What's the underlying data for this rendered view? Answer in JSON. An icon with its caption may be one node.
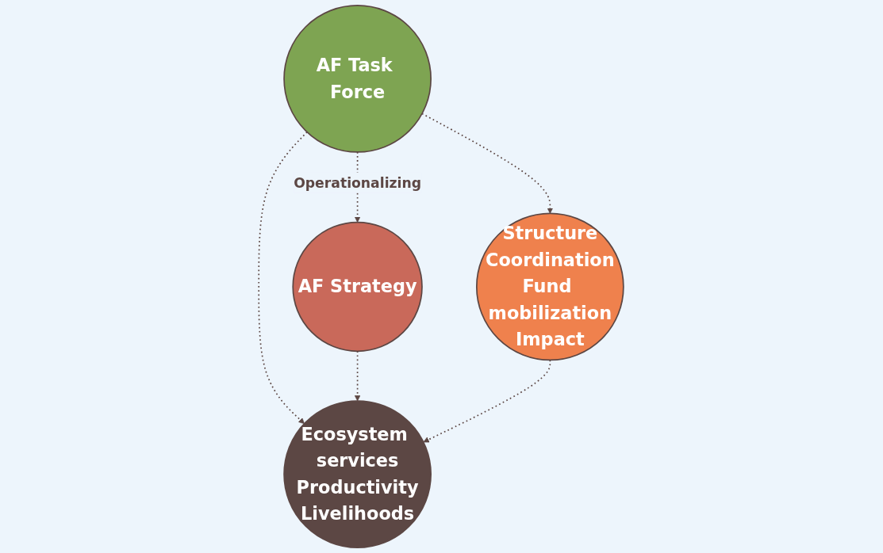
{
  "diagram": {
    "nodes": [
      {
        "text": [
          "AF Task Force"
        ]
      },
      {
        "text": [
          "AF Strategy"
        ]
      },
      {
        "text": [
          "Structure",
          "Coordination",
          "Fund mobilization",
          "Impact"
        ]
      },
      {
        "text": [
          "Ecosystem services",
          "Productivity",
          "Livelihoods"
        ]
      }
    ],
    "edges": [
      {
        "from": 0,
        "to": 1,
        "arrow": "to",
        "style": "dashed",
        "label": "Operationalizing"
      },
      {
        "from": 0,
        "to": 2,
        "arrow": "to",
        "style": "dashed"
      },
      {
        "from": 0,
        "to": 3,
        "arrow": "to",
        "style": "dashed"
      },
      {
        "from": 1,
        "to": 3,
        "arrow": "to",
        "style": "dashed"
      },
      {
        "from": 2,
        "to": 3,
        "arrow": "to",
        "style": "dashed"
      }
    ]
  }
}
